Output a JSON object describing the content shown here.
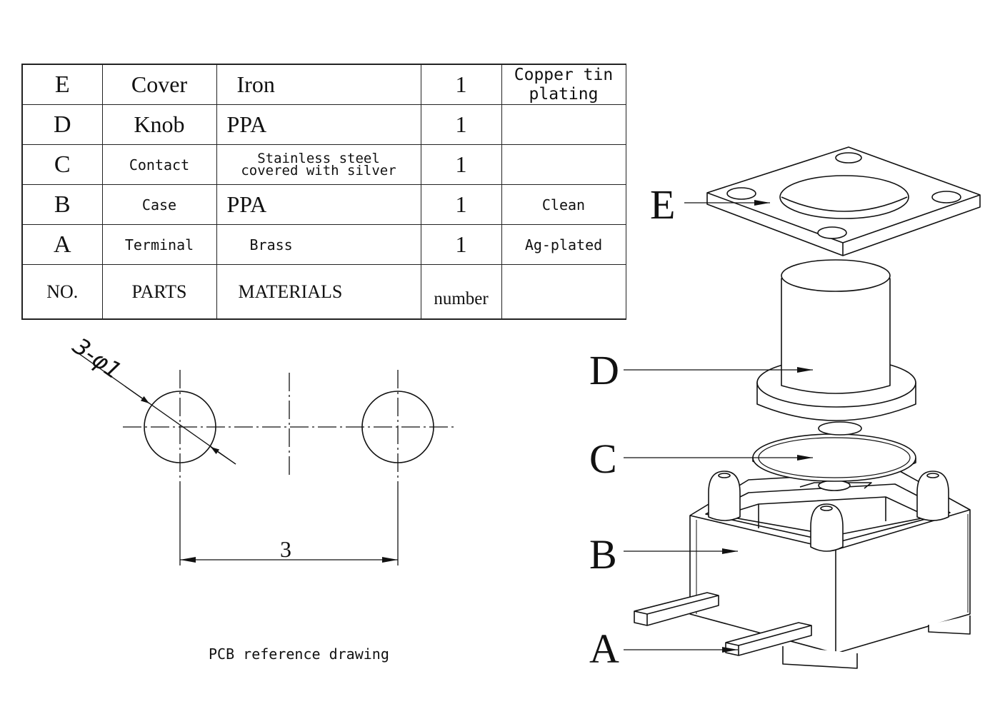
{
  "bom": {
    "rows": [
      {
        "no": "E",
        "part": "Cover",
        "material": "Iron",
        "qty": "1",
        "remark": "Copper tin plating"
      },
      {
        "no": "D",
        "part": "Knob",
        "material": "PPA",
        "qty": "1",
        "remark": ""
      },
      {
        "no": "C",
        "part": "Contact",
        "material": "Stainless steel covered with silver",
        "qty": "1",
        "remark": ""
      },
      {
        "no": "B",
        "part": "Case",
        "material": "PPA",
        "qty": "1",
        "remark": "Clean"
      },
      {
        "no": "A",
        "part": "Terminal",
        "material": "Brass",
        "qty": "1",
        "remark": "Ag-plated"
      }
    ],
    "header": {
      "no": "NO.",
      "part": "PARTS",
      "material": "MATERIALS",
      "qty": "number",
      "remark": ""
    }
  },
  "pcb": {
    "hole_callout": "3-φ1",
    "spacing_dim": "3",
    "caption": "PCB reference drawing"
  },
  "exploded": {
    "labels": [
      "E",
      "D",
      "C",
      "B",
      "A"
    ]
  }
}
